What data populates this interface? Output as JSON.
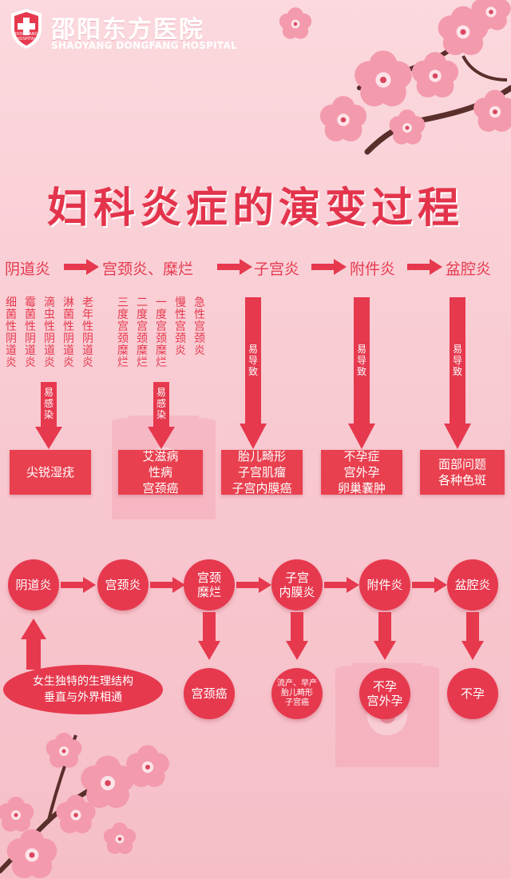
{
  "header": {
    "hospital_name": "邵阳东方医院",
    "hospital_en": "SHAOYANG DONGFANG HOSPITAL",
    "logo_text": "DONGFANG HOSPITAL"
  },
  "title": "妇科炎症的演变过程",
  "top_flow": {
    "stages": [
      "阴道炎",
      "宫颈炎、糜烂",
      "子宫炎",
      "附件炎",
      "盆腔炎"
    ],
    "vaginitis_types": [
      "细菌性阴道炎",
      "霉菌性阴道炎",
      "滴虫性阴道炎",
      "淋菌性阴道炎",
      "老年性阴道炎"
    ],
    "cervicitis_types": [
      "三度宫颈糜烂",
      "二度宫颈糜烂",
      "一度宫颈糜烂",
      "慢性宫颈炎",
      "急性宫颈炎"
    ],
    "arrow_labels": {
      "a1": "易感染",
      "a2": "易感染",
      "a3": "易导致",
      "a4": "易导致",
      "a5": "易导致"
    },
    "results": {
      "r1": [
        "尖锐湿疣"
      ],
      "r2": [
        "艾滋病",
        "性病",
        "宫颈癌"
      ],
      "r3": [
        "胎儿畸形",
        "子宫肌瘤",
        "子宫内膜癌"
      ],
      "r4": [
        "不孕症",
        "宫外孕",
        "卵巢囊肿"
      ],
      "r5": [
        "面部问题",
        "各种色斑"
      ]
    }
  },
  "bottom_flow": {
    "circles": [
      [
        "阴道炎"
      ],
      [
        "宫颈炎"
      ],
      [
        "宫颈",
        "糜烂"
      ],
      [
        "子宫",
        "内膜炎"
      ],
      [
        "附件炎"
      ],
      [
        "盆腔炎"
      ]
    ],
    "cause": [
      "女生独特的生理结构",
      "垂直与外界相通"
    ],
    "results": {
      "c3": [
        "宫颈癌"
      ],
      "c4": [
        "流产、早产",
        "胎儿畸形",
        "子宫癌"
      ],
      "c5": [
        "不孕",
        "宫外孕"
      ],
      "c6": [
        "不孕"
      ]
    }
  },
  "colors": {
    "accent": "#e6394e",
    "background": "#f8c7cf",
    "blossom": "#f39aad",
    "branch": "#5a2e2a"
  }
}
